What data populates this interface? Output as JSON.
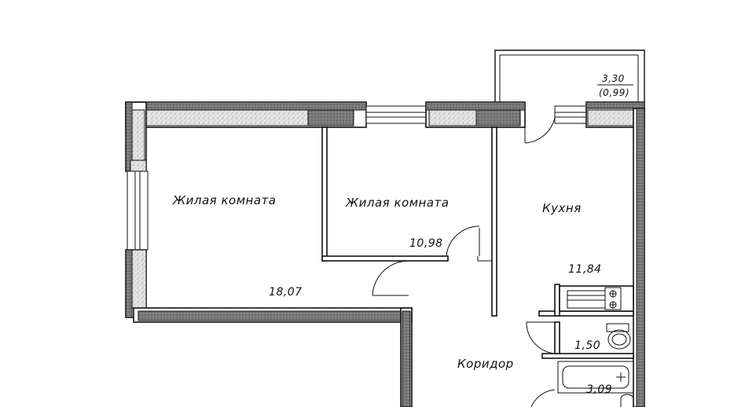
{
  "rooms": [
    {
      "name": "Жилая комната",
      "area": "18,07"
    },
    {
      "name": "Жилая комната",
      "area": "10,98"
    },
    {
      "name": "Кухня",
      "area": "11,84"
    },
    {
      "name": "",
      "area": "1,50"
    },
    {
      "name": "Коридор",
      "area": ""
    },
    {
      "name": "",
      "area": "3,09"
    }
  ],
  "balcony": {
    "area": "3,30",
    "area_reduced": "(0,99)"
  },
  "colors": {
    "line": "#111111",
    "hatch": "#c9c9c9",
    "background": "#ffffff"
  }
}
